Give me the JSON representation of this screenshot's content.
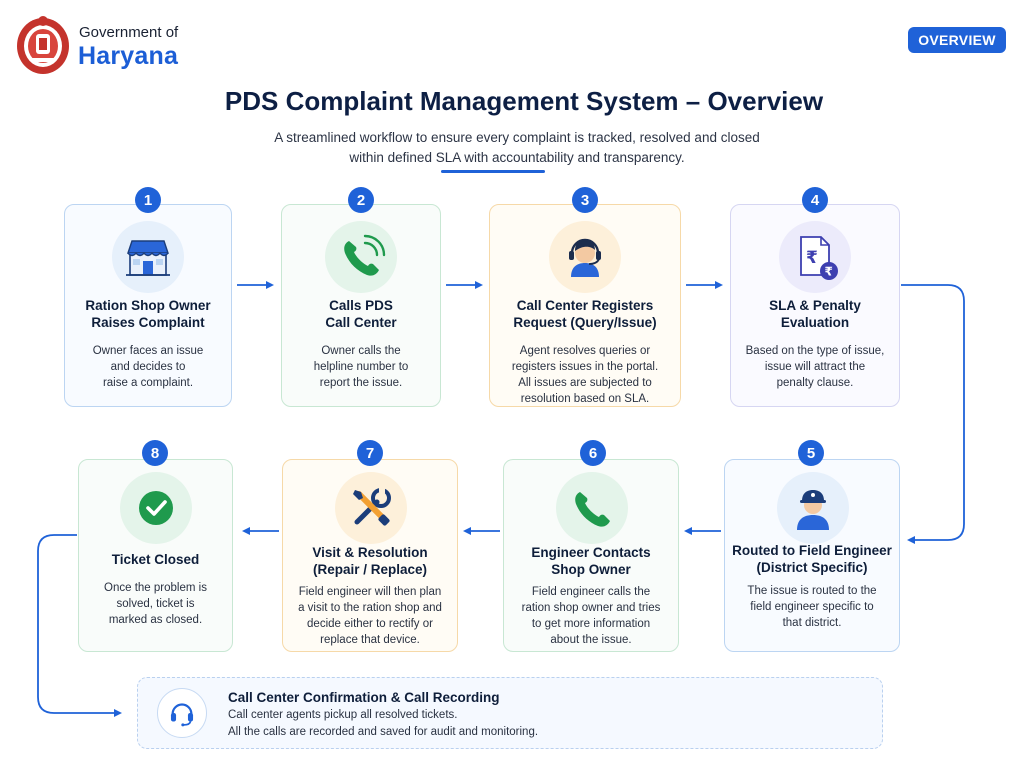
{
  "header": {
    "gov_small": "Government of",
    "gov_big": "Haryana",
    "overview_button": "OVERVIEW"
  },
  "page": {
    "title": "PDS Complaint Management System – Overview",
    "subtitle_line1": "A streamlined workflow to ensure every complaint is tracked, resolved and closed",
    "subtitle_line2": "within defined SLA with accountability and transparency."
  },
  "steps": [
    {
      "num": "1",
      "title": "Ration Shop Owner\nRaises Complaint",
      "desc": "Owner faces an issue\nand decides to\nraise a complaint.",
      "icon": "shop-icon"
    },
    {
      "num": "2",
      "title": "Calls PDS\nCall Center",
      "desc": "Owner calls the\nhelpline number to\nreport the issue.",
      "icon": "phone-call-icon"
    },
    {
      "num": "3",
      "title": "Call Center Registers\nRequest (Query/Issue)",
      "desc": "Agent resolves queries or\nregisters issues in the portal.\nAll issues are subjected to\nresolution based on SLA.",
      "icon": "agent-headset-icon"
    },
    {
      "num": "4",
      "title": "SLA & Penalty\nEvaluation",
      "desc": "Based on the type of issue,\nissue will attract the\npenalty clause.",
      "icon": "rupee-document-icon"
    },
    {
      "num": "5",
      "title": "Routed to Field Engineer\n(District Specific)",
      "desc": "The issue is routed to the\nfield engineer specific to\nthat district.",
      "icon": "field-engineer-icon"
    },
    {
      "num": "6",
      "title": "Engineer Contacts\nShop Owner",
      "desc": "Field engineer calls the\nration shop owner and tries\nto get more information\nabout the issue.",
      "icon": "phone-icon"
    },
    {
      "num": "7",
      "title": "Visit & Resolution\n(Repair / Replace)",
      "desc": "Field engineer will then plan\na visit to the ration shop and\ndecide either to rectify or\nreplace that device.",
      "icon": "tools-icon"
    },
    {
      "num": "8",
      "title": "Ticket Closed",
      "desc": "Once the problem is\nsolved, ticket is\nmarked as closed.",
      "icon": "check-circle-icon"
    }
  ],
  "confirmation": {
    "title": "Call Center Confirmation & Call Recording",
    "line1": "Call center agents pickup all resolved tickets.",
    "line2": "All the calls are recorded and saved for audit and monitoring.",
    "icon": "headset-icon"
  },
  "colors": {
    "accent": "#1f62d8",
    "brand_text": "#1c5ed6",
    "title": "#0d1f44",
    "green": "#1f9a4d",
    "orange": "#f2a033"
  }
}
